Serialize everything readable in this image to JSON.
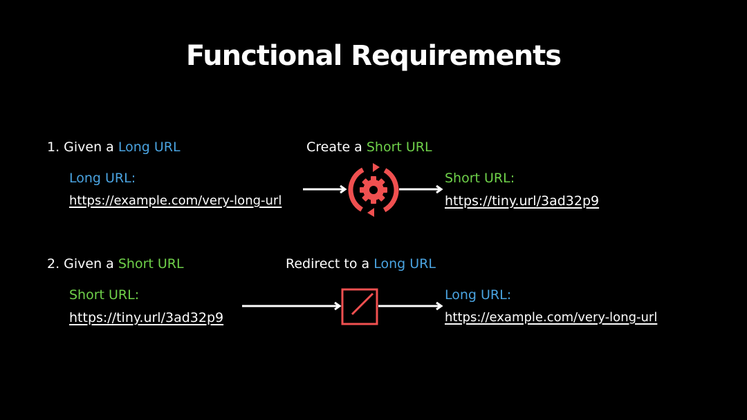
{
  "title": "Functional Requirements",
  "colors": {
    "long_url": "#4aa3e0",
    "short_url": "#6fd14a",
    "icon": "#f05050",
    "background": "#000000",
    "text": "#ffffff"
  },
  "req1": {
    "heading_prefix": "1. Given a ",
    "heading_term": "Long URL",
    "action_prefix": "Create a ",
    "action_term": "Short URL",
    "input_label": "Long URL:",
    "input_value": "https://example.com/very-long-url",
    "output_label": "Short URL:",
    "output_value": "https://tiny.url/3ad32p9",
    "icon": "gear-refresh-icon"
  },
  "req2": {
    "heading_prefix": "2. Given a ",
    "heading_term": "Short URL",
    "action_prefix": "Redirect to a ",
    "action_term": "Long URL",
    "input_label": "Short URL:",
    "input_value": "https://tiny.url/3ad32p9",
    "output_label": "Long URL:",
    "output_value": "https://example.com/very-long-url",
    "icon": "external-link-icon"
  }
}
